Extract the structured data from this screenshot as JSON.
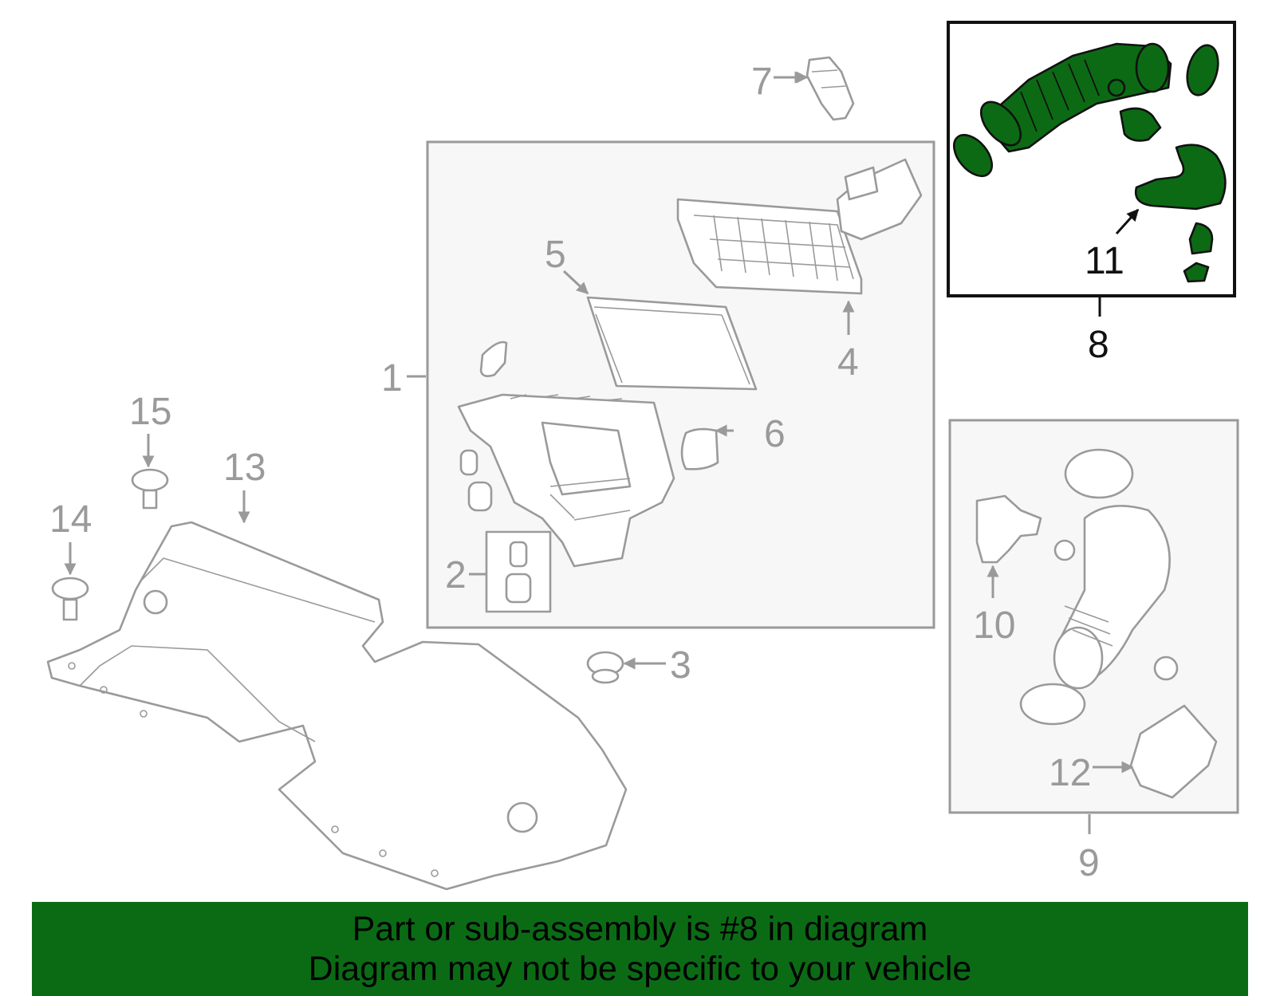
{
  "callouts": {
    "c1": "1",
    "c2": "2",
    "c3": "3",
    "c4": "4",
    "c5": "5",
    "c6": "6",
    "c7": "7",
    "c8": "8",
    "c9": "9",
    "c10": "10",
    "c11": "11",
    "c12": "12",
    "c13": "13",
    "c14": "14",
    "c15": "15"
  },
  "highlighted_part": "8",
  "colors": {
    "highlight": "#0c6a14",
    "banner": "#0b6b15",
    "line_art": "#9a9a9a"
  },
  "banner": {
    "line1": "Part or sub-assembly is #8 in diagram",
    "line2": "Diagram may not be specific to your vehicle"
  }
}
